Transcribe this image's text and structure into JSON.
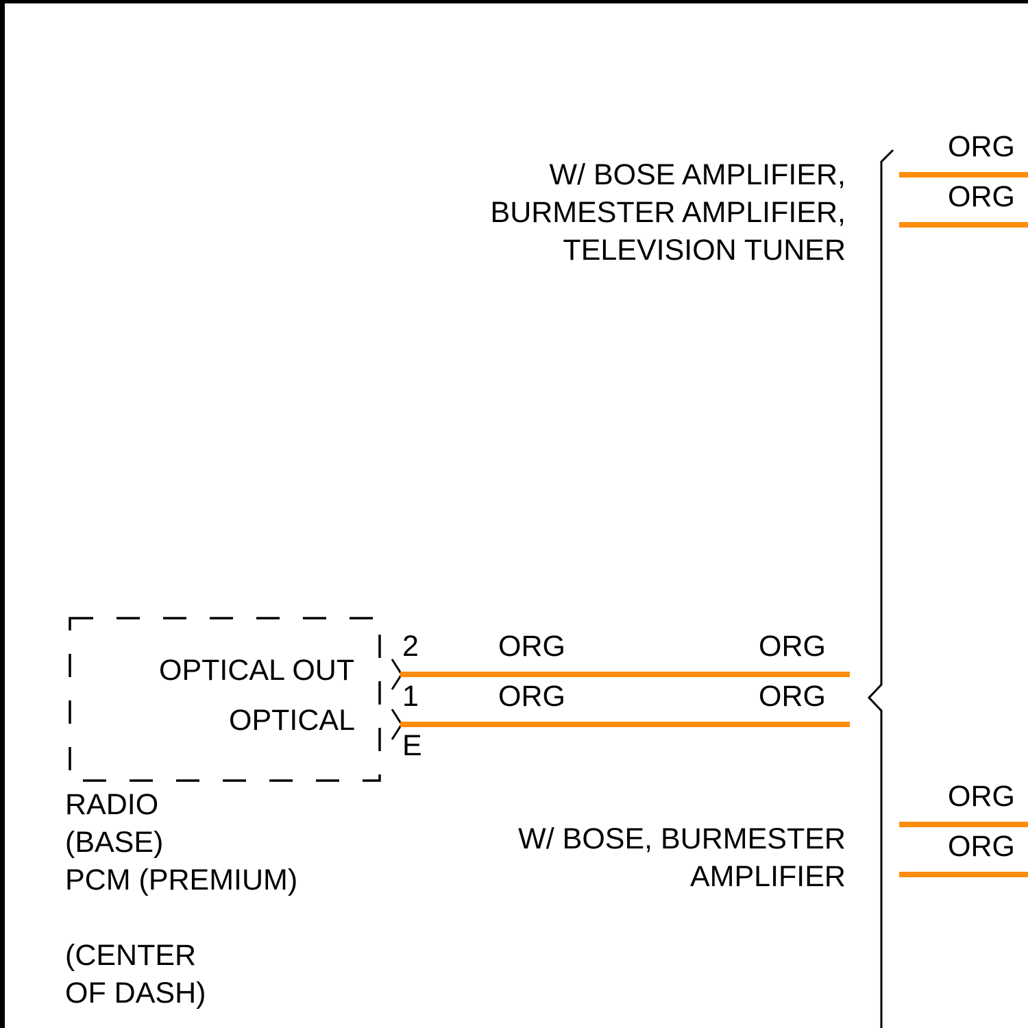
{
  "colors": {
    "wire": "#ff8c0a",
    "line": "#000000",
    "background": "#ffffff"
  },
  "upper_branch": {
    "option_text": "W/ BOSE AMPLIFIER,\nBURMESTER AMPLIFIER,\nTELEVISION TUNER",
    "wire_1_color": "ORG",
    "wire_2_color": "ORG"
  },
  "lower_branch": {
    "option_text": "W/ BOSE, BURMESTER\nAMPLIFIER",
    "wire_1_color": "ORG",
    "wire_2_color": "ORG"
  },
  "component": {
    "signal_1": "OPTICAL OUT",
    "signal_2": "OPTICAL",
    "name": "RADIO\n(BASE)\nPCM (PREMIUM)",
    "location": "(CENTER\nOF DASH)"
  },
  "connector": {
    "pin_upper": "2",
    "pin_lower": "1",
    "connector_id": "E"
  },
  "main_wires": {
    "upper_left_color": "ORG",
    "upper_right_color": "ORG",
    "lower_left_color": "ORG",
    "lower_right_color": "ORG"
  }
}
